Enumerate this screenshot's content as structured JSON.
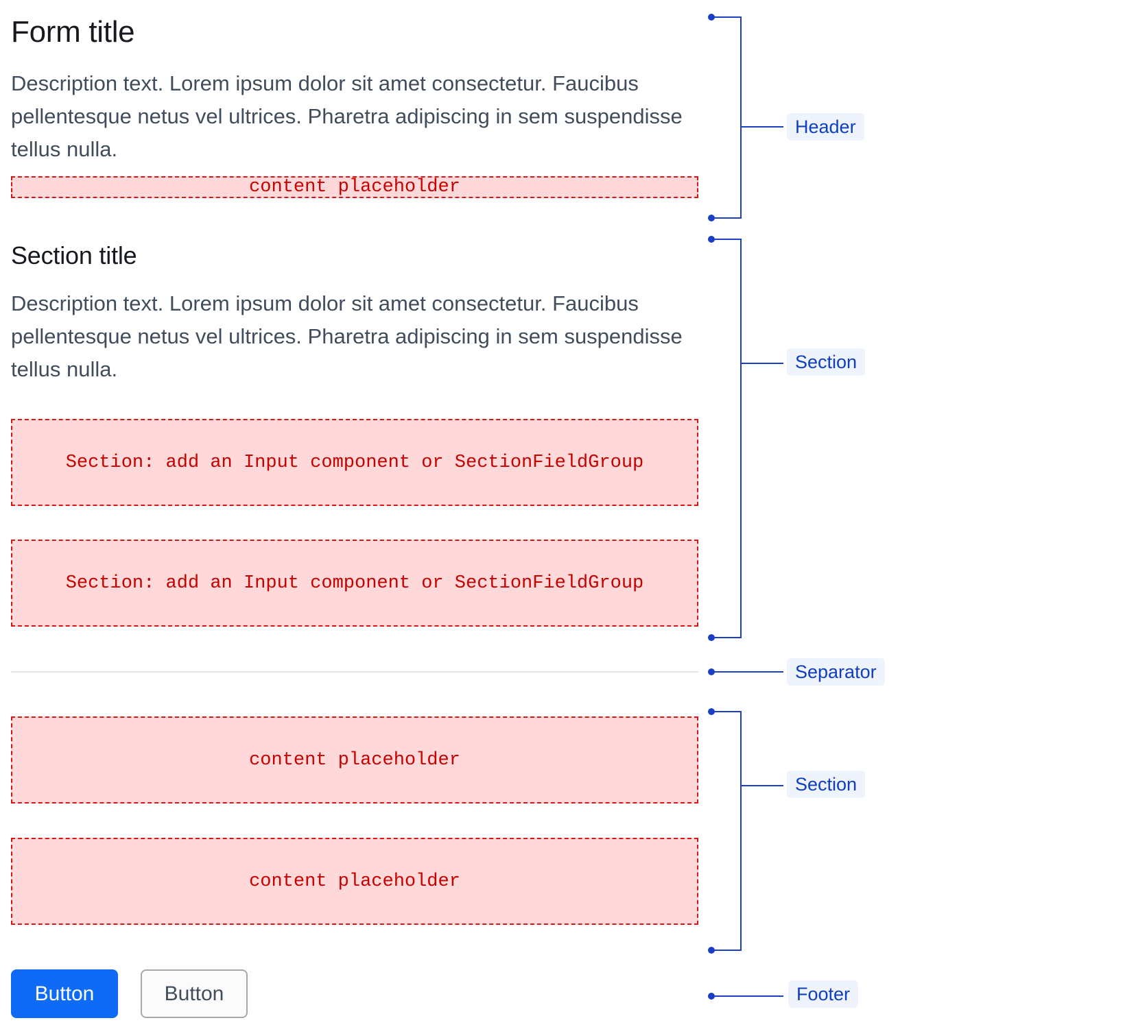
{
  "header": {
    "form_title": "Form title",
    "description": "Description text. Lorem ipsum dolor sit amet consectetur. Faucibus pellentesque netus vel ultrices. Pharetra adipiscing in sem suspendisse tellus nulla.",
    "placeholder": "content placeholder"
  },
  "section1": {
    "title": "Section title",
    "description": "Description text. Lorem ipsum dolor sit amet consectetur. Faucibus pellentesque netus vel ultrices. Pharetra adipiscing in sem suspendisse tellus nulla.",
    "slots": [
      "Section: add an Input component or SectionFieldGroup",
      "Section: add an Input component or SectionFieldGroup"
    ]
  },
  "section2": {
    "slots": [
      "content placeholder",
      "content placeholder"
    ]
  },
  "footer": {
    "primary_button": "Button",
    "secondary_button": "Button"
  },
  "annotations": {
    "header": "Header",
    "section_1": "Section",
    "separator": "Separator",
    "section_2": "Section",
    "footer": "Footer"
  },
  "colors": {
    "annotation_line": "#1a3fc4",
    "annotation_text": "#0f3fbf",
    "annotation_tag_bg": "#eef3fc",
    "placeholder_bg": "#ffd9d9",
    "placeholder_border": "#d91515",
    "placeholder_text": "#c70000",
    "primary_button": "#0f6af5"
  }
}
